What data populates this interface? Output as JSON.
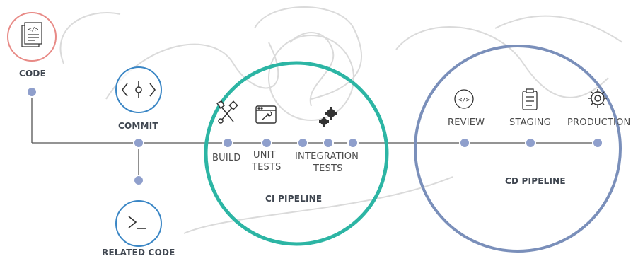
{
  "stages": {
    "code": "CODE",
    "commit": "COMMIT",
    "related_code": "RELATED CODE",
    "build": "BUILD",
    "unit_tests_line1": "UNIT",
    "unit_tests_line2": "TESTS",
    "integration_tests_line1": "INTEGRATION",
    "integration_tests_line2": "TESTS",
    "review": "REVIEW",
    "staging": "STAGING",
    "production": "PRODUCTION"
  },
  "pipelines": {
    "ci": "CI PIPELINE",
    "cd": "CD PIPELINE"
  },
  "colors": {
    "ci_ring": "#2cb5a4",
    "cd_ring": "#7a8fba",
    "code_ring": "#e88a86",
    "commit_ring": "#3a86c5",
    "node": "#8f9fcc",
    "line": "#555555",
    "watermark": "#d6d6d6"
  },
  "icons": {
    "code": "code-document-icon",
    "commit": "commit-icon",
    "related_code": "terminal-icon",
    "build": "tools-icon",
    "unit_tests": "wrench-window-icon",
    "integration_tests": "gears-icon",
    "review": "code-review-icon",
    "staging": "clipboard-checklist-icon",
    "production": "gear-icon"
  }
}
